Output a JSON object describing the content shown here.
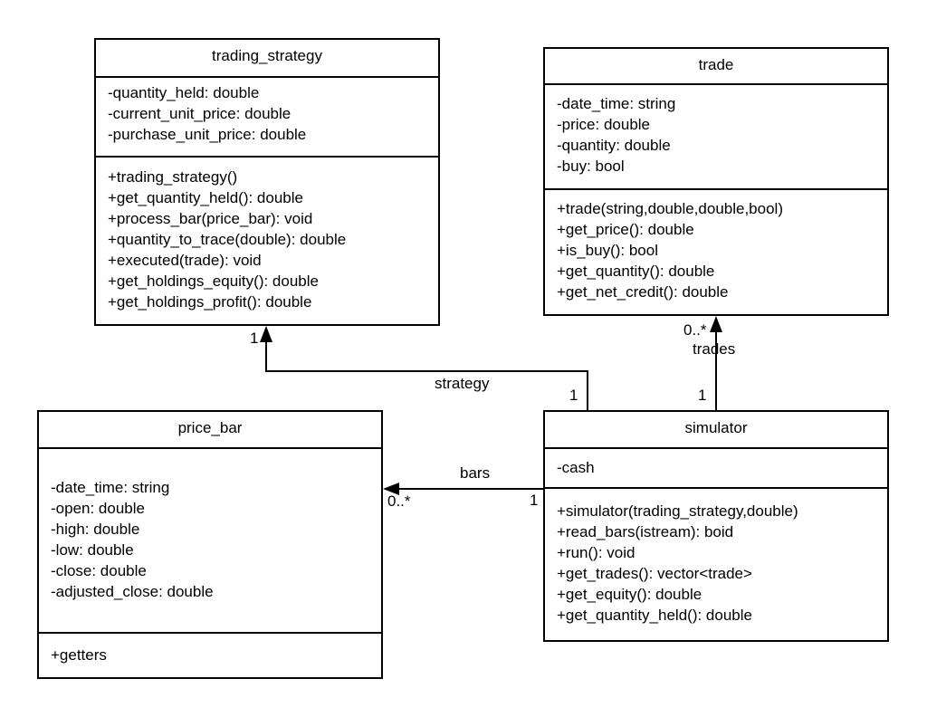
{
  "classes": {
    "trading_strategy": {
      "name": "trading_strategy",
      "attributes": [
        "-quantity_held: double",
        "-current_unit_price: double",
        "-purchase_unit_price: double"
      ],
      "operations": [
        "+trading_strategy()",
        "+get_quantity_held(): double",
        "+process_bar(price_bar): void",
        "+quantity_to_trace(double): double",
        "+executed(trade): void",
        "+get_holdings_equity(): double",
        "+get_holdings_profit(): double"
      ]
    },
    "trade": {
      "name": "trade",
      "attributes": [
        "-date_time: string",
        "-price: double",
        "-quantity: double",
        "-buy: bool"
      ],
      "operations": [
        "+trade(string,double,double,bool)",
        "+get_price(): double",
        "+is_buy(): bool",
        "+get_quantity(): double",
        "+get_net_credit(): double"
      ]
    },
    "price_bar": {
      "name": "price_bar",
      "attributes": [
        "-date_time: string",
        "-open: double",
        "-high: double",
        "-low: double",
        "-close: double",
        "-adjusted_close: double"
      ],
      "operations": [
        "+getters"
      ]
    },
    "simulator": {
      "name": "simulator",
      "attributes": [
        "-cash"
      ],
      "operations": [
        "+simulator(trading_strategy,double)",
        "+read_bars(istream): boid",
        "+run(): void",
        "+get_trades(): vector<trade>",
        "+get_equity(): double",
        "+get_quantity_held(): double"
      ]
    }
  },
  "associations": {
    "strategy": {
      "name": "strategy",
      "source_mult": "1",
      "target_mult": "1"
    },
    "trades": {
      "name": "trades",
      "source_mult": "1",
      "target_mult": "0..*"
    },
    "bars": {
      "name": "bars",
      "source_mult": "1",
      "target_mult": "0..*"
    }
  }
}
